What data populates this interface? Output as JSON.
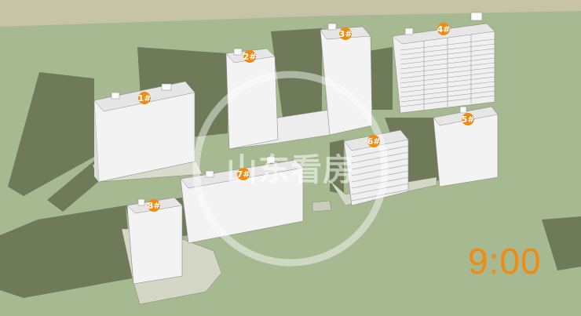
{
  "time_label": "9:00",
  "watermark_text": "山东看房",
  "buildings": [
    {
      "id": "1#"
    },
    {
      "id": "2#"
    },
    {
      "id": "3#"
    },
    {
      "id": "4#"
    },
    {
      "id": "5#"
    },
    {
      "id": "6#"
    },
    {
      "id": "7#"
    },
    {
      "id": "8#"
    }
  ],
  "colors": {
    "ground": "#c7c3a6",
    "grass": "#a7b991",
    "shadow": "#6e7a58",
    "building_front": "#f4f4f4",
    "building_side": "#dedede",
    "label_badge": "#f08a10",
    "time_text": "#f08a10"
  }
}
